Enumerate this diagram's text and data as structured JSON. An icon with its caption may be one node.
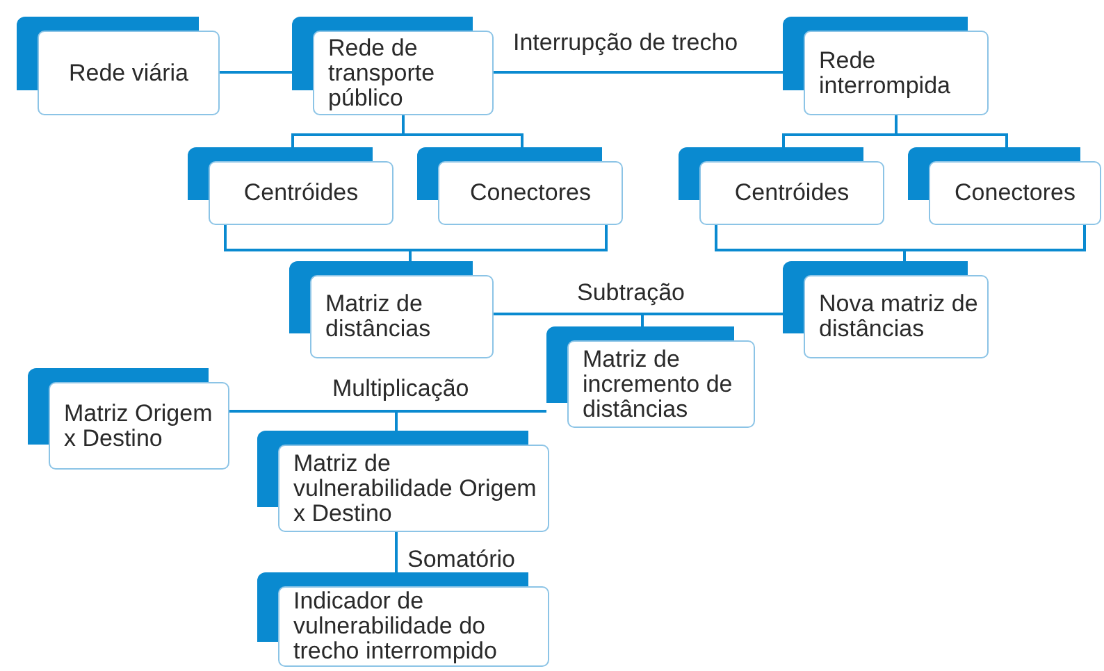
{
  "diagram": {
    "nodes": [
      {
        "text": [
          "Rede viária"
        ]
      },
      {
        "text": [
          "Rede de transporte público"
        ]
      },
      {
        "text": [
          "Rede interrompida"
        ]
      },
      {
        "text": [
          "Centróides"
        ]
      },
      {
        "text": [
          "Conectores"
        ]
      },
      {
        "text": [
          "Centróides"
        ]
      },
      {
        "text": [
          "Conectores"
        ]
      },
      {
        "text": [
          "Matriz de distâncias"
        ]
      },
      {
        "text": [
          "Nova matriz de distâncias"
        ]
      },
      {
        "text": [
          "Matriz de incremento de distâncias"
        ]
      },
      {
        "text": [
          "Matriz Origem x Destino"
        ]
      },
      {
        "text": [
          "Matriz de vulnerabilidade Origem x Destino"
        ]
      },
      {
        "text": [
          "Indicador de vulnerabilidade do trecho interrompido"
        ]
      }
    ],
    "edges": [
      {
        "from": 0,
        "to": 1,
        "arrow": "none"
      },
      {
        "from": 1,
        "to": 2,
        "arrow": "none",
        "label": "Interrupção de trecho"
      },
      {
        "from": 1,
        "to": 3,
        "arrow": "none"
      },
      {
        "from": 1,
        "to": 4,
        "arrow": "none"
      },
      {
        "from": 2,
        "to": 5,
        "arrow": "none"
      },
      {
        "from": 2,
        "to": 6,
        "arrow": "none"
      },
      {
        "from": 3,
        "to": 7,
        "arrow": "none"
      },
      {
        "from": 4,
        "to": 7,
        "arrow": "none"
      },
      {
        "from": 5,
        "to": 8,
        "arrow": "none"
      },
      {
        "from": 6,
        "to": 8,
        "arrow": "none"
      },
      {
        "from": 7,
        "to": 9,
        "arrow": "none",
        "label": "Subtração"
      },
      {
        "from": 8,
        "to": 9,
        "arrow": "none"
      },
      {
        "from": 10,
        "to": 11,
        "arrow": "none",
        "label": "Multiplicação"
      },
      {
        "from": 9,
        "to": 11,
        "arrow": "none"
      },
      {
        "from": 11,
        "to": 12,
        "arrow": "none",
        "label": "Somatório"
      }
    ]
  }
}
